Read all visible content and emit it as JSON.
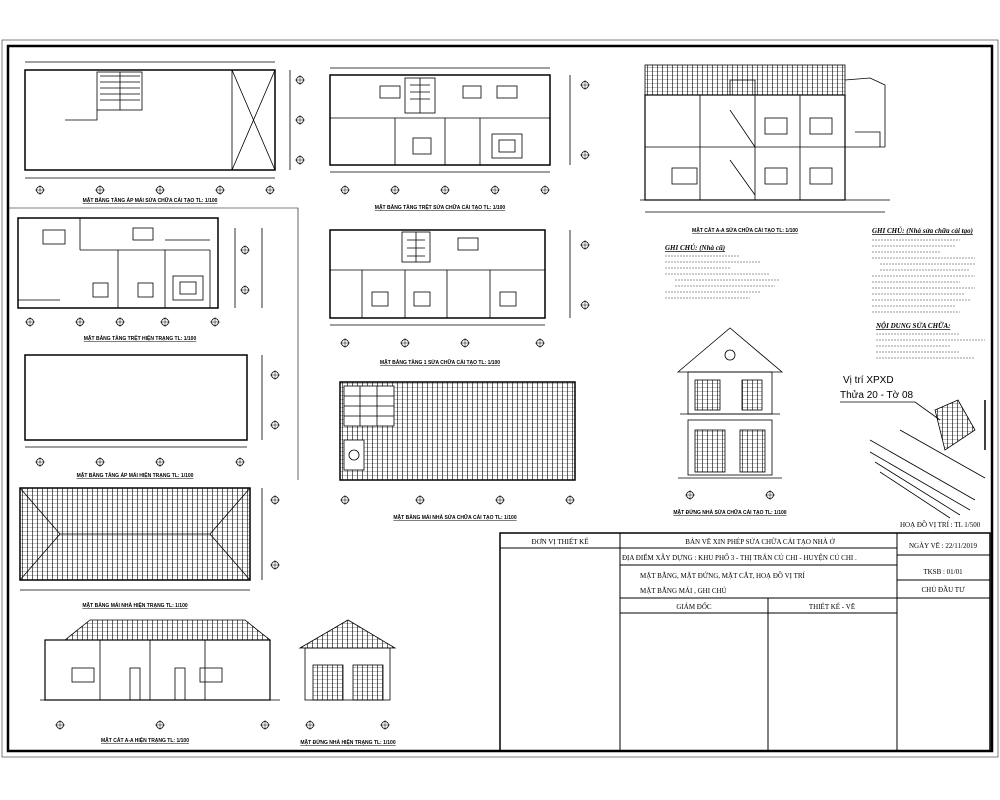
{
  "sheet": {
    "drawing_labels": {
      "attic_renovation": "MẶT BẰNG TẦNG ÁP MÁI SỬA CHỮA CẢI TẠO TL: 1/100",
      "ground_existing": "MẶT BẰNG TẦNG TRỆT HIỆN TRẠNG TL: 1/100",
      "attic_existing": "MẶT BẰNG TẦNG ÁP MÁI HIỆN TRẠNG TL: 1/100",
      "roof_existing": "MẶT BẰNG MÁI NHÀ HIỆN TRẠNG TL: 1/100",
      "section_existing": "MẶT CẮT A-A HIỆN TRẠNG TL: 1/100",
      "elevation_existing": "MẶT ĐỨNG NHÀ HIỆN TRẠNG TL: 1/100",
      "ground_renovation": "MẶT BẰNG TẦNG TRỆT SỬA CHỮA CẢI TẠO TL: 1/100",
      "floor1_renovation": "MẶT BẰNG TẦNG 1 SỬA CHỮA CẢI TẠO TL: 1/100",
      "roof_renovation": "MẶT BẰNG MÁI NHÀ SỬA CHỮA CẢI TẠO TL: 1/100",
      "section_renovation": "MẶT CẮT A-A SỬA CHỮA CẢI TẠO TL: 1/100",
      "elevation_renovation": "MẶT ĐỨNG NHÀ SỬA CHỮA CẢI TẠO TL: 1/100"
    },
    "notes": {
      "old_house_title": "GHI CHÚ: (Nhà cũ)",
      "new_house_title": "GHI CHÚ: (Nhà sửa chữa cải tạo)",
      "repair_content_title": "NỘI DUNG SỬA CHỮA:"
    },
    "site": {
      "location_label": "Vị trí XPXD",
      "parcel_label": "Thửa 20 - Tờ 08",
      "site_plan_label": "HOẠ ĐỒ VỊ TRÍ : TL 1/500"
    },
    "title_block": {
      "design_unit": "ĐƠN VỊ THIẾT KẾ",
      "project_title": "BẢN VẼ XIN PHÉP SỬA CHỮA CẢI TẠO NHÀ Ở",
      "location": "ĐỊA ĐIỂM XÂY DỰNG : KHU PHỐ 3 - THỊ TRẤN CỦ CHI - HUYỆN CỦ CHI .",
      "content_line1": "MẶT BẰNG, MẶT ĐỨNG, MẶT CẮT, HOẠ ĐỒ VỊ TRÍ",
      "content_line2": "MẶT BẰNG MÁI , GHI CHÚ",
      "director": "GIÁM ĐỐC",
      "designer": "THIẾT KẾ - VẼ",
      "date": "NGÀY VẼ : 22/11/2019",
      "sheet_no": "TKSB : 01/01",
      "owner": "CHỦ ĐẦU TƯ"
    }
  }
}
